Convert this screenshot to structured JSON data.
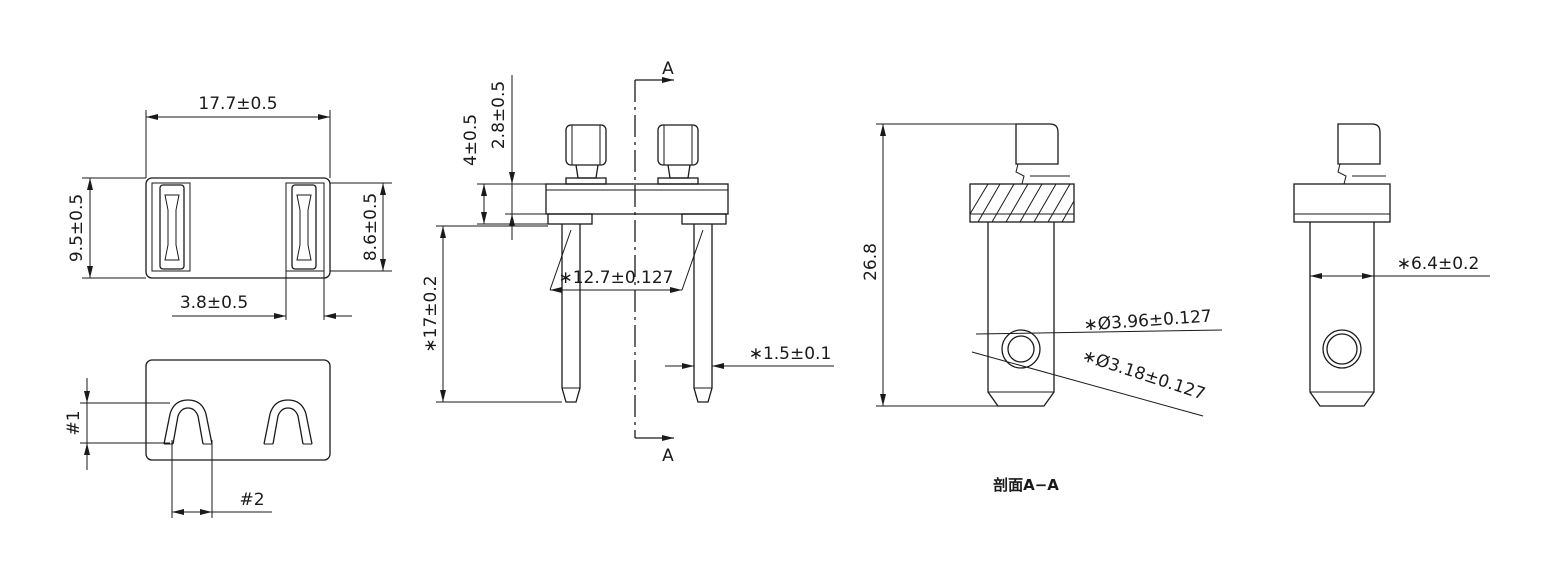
{
  "drawing": {
    "top_view": {
      "width_dim": "17.7±0.5",
      "height_dim": "9.5±0.5",
      "inner_height_dim": "8.6±0.5",
      "offset_dim": "3.8±0.5"
    },
    "bottom_view": {
      "label_1": "#1",
      "label_2": "#2"
    },
    "front_view": {
      "section_mark_top": "A",
      "section_mark_bottom": "A",
      "dim_4": "4±0.5",
      "dim_2_8": "2.8±0.5",
      "dim_pitch": "∗12.7±0.127",
      "dim_length": "∗17±0.2",
      "dim_pin": "∗1.5±0.1"
    },
    "section_view": {
      "dim_height": "26.8",
      "dim_hole_outer": "∗Ø3.96±0.127",
      "dim_hole_inner": "∗Ø3.18±0.127",
      "caption": "剖面A−A"
    },
    "side_view": {
      "dim_width": "∗6.4±0.2"
    }
  }
}
